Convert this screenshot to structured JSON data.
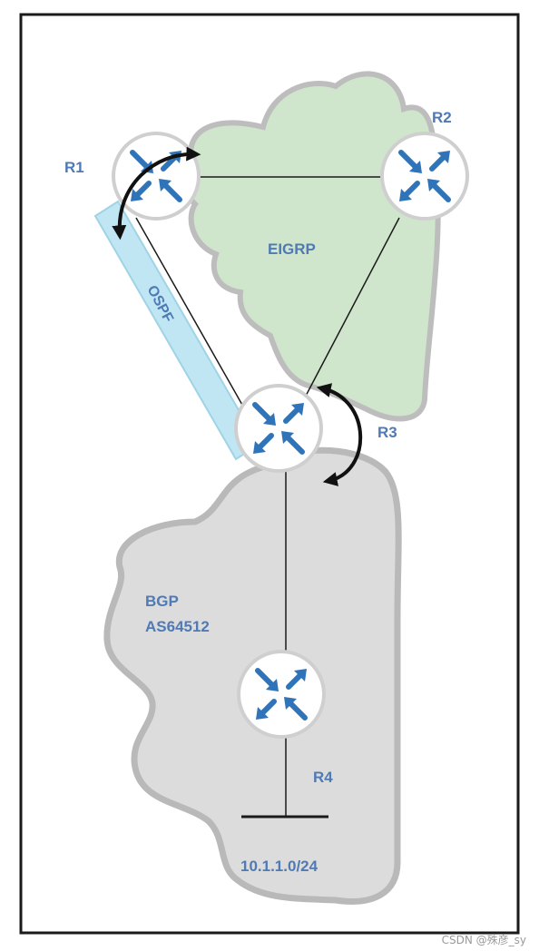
{
  "routers": {
    "r1": {
      "label": "R1"
    },
    "r2": {
      "label": "R2"
    },
    "r3": {
      "label": "R3"
    },
    "r4": {
      "label": "R4"
    }
  },
  "domains": {
    "eigrp": {
      "label": "EIGRP",
      "color": "#cfe5cc"
    },
    "ospf": {
      "label": "OSPF",
      "color": "#bfe6f2"
    },
    "bgp": {
      "label_line1": "BGP",
      "label_line2": "AS64512",
      "color": "#dcdcdc"
    }
  },
  "network": {
    "label": "10.1.1.0/24"
  },
  "watermark": "CSDN @殊彦_sy",
  "colors": {
    "router_arrow": "#2f73b8",
    "label": "#4f7ab5",
    "frame": "#1a1a1a"
  }
}
